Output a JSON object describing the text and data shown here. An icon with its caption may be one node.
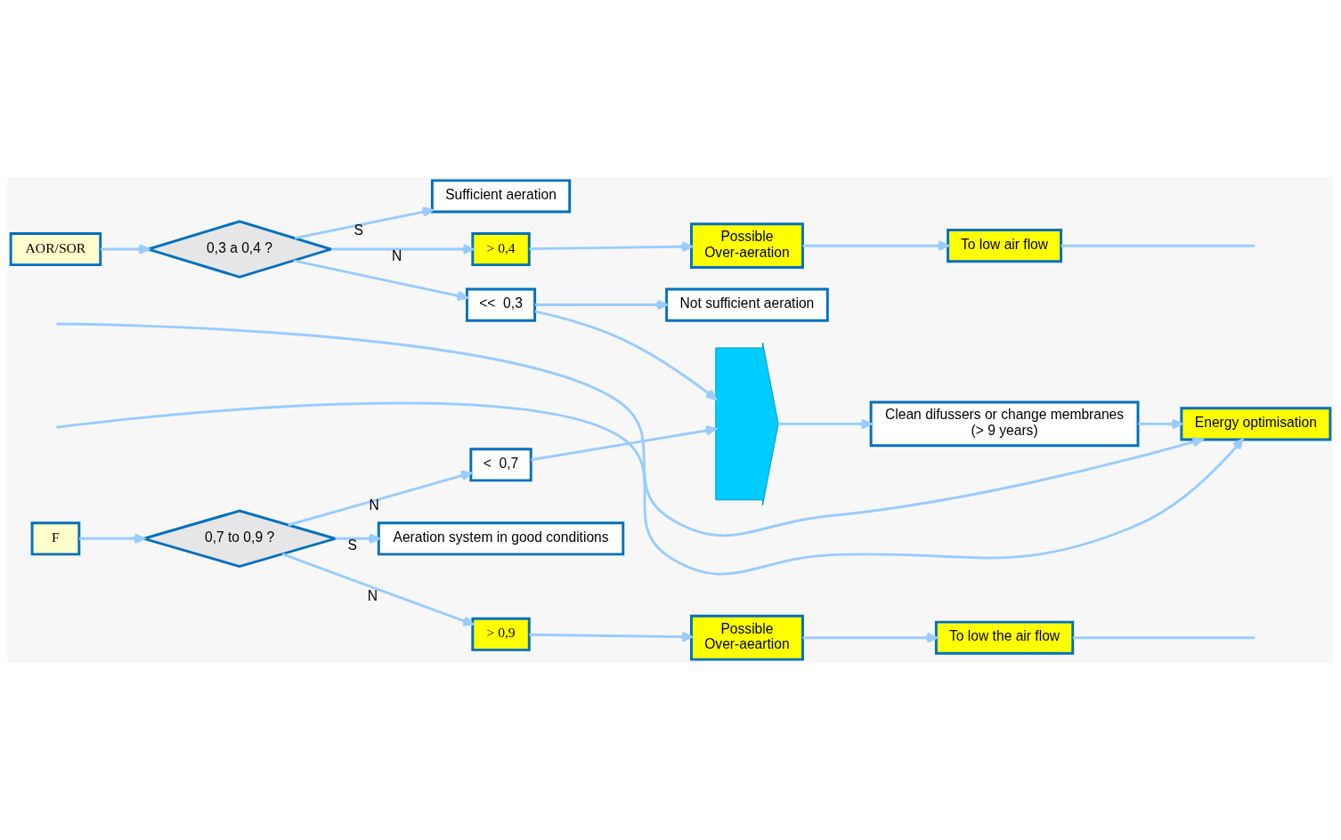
{
  "diagram": {
    "nodes": [
      {
        "text": [
          "AOR/SOR"
        ]
      },
      {
        "text": [
          "0,3 a 0,4 ?"
        ]
      },
      {
        "text": [
          "Sufficient aeration"
        ]
      },
      {
        "text": [
          "> 0,4"
        ]
      },
      {
        "text": [
          "Possible",
          "Over-aeration"
        ]
      },
      {
        "text": [
          "To low air flow"
        ]
      },
      {
        "text": [
          "<<  0,3"
        ]
      },
      {
        "text": [
          "Not sufficient aeration"
        ]
      },
      {
        "text": [],
        "shape": "arrow"
      },
      {
        "text": [
          "Clean difussers or change membranes",
          "(> 9 years)"
        ]
      },
      {
        "text": [
          "Energy optimisation"
        ]
      },
      {
        "text": [
          "<  0,7"
        ]
      },
      {
        "text": [
          "F"
        ]
      },
      {
        "text": [
          "0,7 to 0,9 ?"
        ]
      },
      {
        "text": [
          "Aeration system in good conditions"
        ]
      },
      {
        "text": [
          "> 0,9"
        ]
      },
      {
        "text": [
          "Possible",
          "Over-aeartion"
        ]
      },
      {
        "text": [
          "To low the air flow"
        ]
      }
    ],
    "edges": [
      {
        "from": 0,
        "to": 1,
        "arrow": "to"
      },
      {
        "from": 1,
        "to": 2,
        "arrow": "to",
        "label": "S"
      },
      {
        "from": 1,
        "to": 3,
        "arrow": "to",
        "label": "N"
      },
      {
        "from": 1,
        "to": 6,
        "arrow": "to"
      },
      {
        "from": 3,
        "to": 4,
        "arrow": "to"
      },
      {
        "from": 4,
        "to": 5,
        "arrow": "to"
      },
      {
        "from": 5,
        "to": null,
        "arrow": "none"
      },
      {
        "from": 6,
        "to": 7,
        "arrow": "to"
      },
      {
        "from": 6,
        "to": 8,
        "arrow": "to"
      },
      {
        "from": 11,
        "to": 8,
        "arrow": "to"
      },
      {
        "from": 8,
        "to": 9,
        "arrow": "to"
      },
      {
        "from": 9,
        "to": 10,
        "arrow": "to"
      },
      {
        "from": null,
        "to": 10,
        "arrow": "to"
      },
      {
        "from": null,
        "to": 10,
        "arrow": "to"
      },
      {
        "from": 12,
        "to": 13,
        "arrow": "to"
      },
      {
        "from": 13,
        "to": 11,
        "arrow": "to",
        "label": "N"
      },
      {
        "from": 13,
        "to": 14,
        "arrow": "to",
        "label": "S"
      },
      {
        "from": 13,
        "to": 15,
        "arrow": "to",
        "label": "N"
      },
      {
        "from": 15,
        "to": 16,
        "arrow": "to"
      },
      {
        "from": 16,
        "to": 17,
        "arrow": "to"
      },
      {
        "from": 17,
        "to": null,
        "arrow": "none"
      }
    ]
  }
}
